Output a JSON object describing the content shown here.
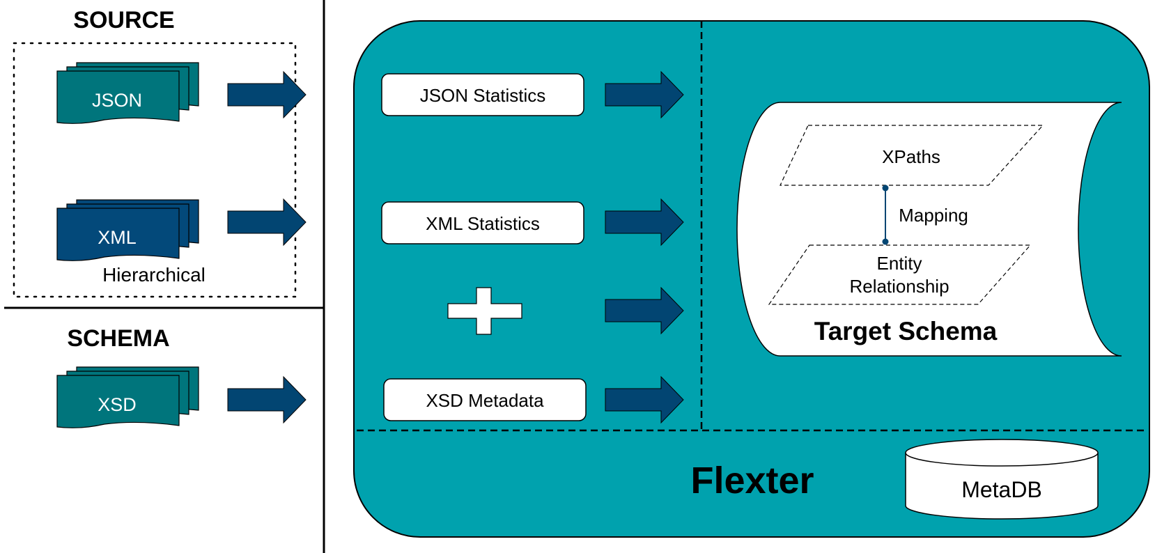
{
  "source": {
    "heading": "SOURCE",
    "group_label": "Hierarchical",
    "files": [
      "JSON",
      "XML"
    ]
  },
  "schema": {
    "heading": "SCHEMA",
    "files": [
      "XSD"
    ]
  },
  "processing": {
    "steps": [
      "JSON Statistics",
      "XML Statistics",
      "XSD Metadata"
    ]
  },
  "target": {
    "title": "Target Schema",
    "top_layer": "XPaths",
    "link_label": "Mapping",
    "bottom_layer_line1": "Entity",
    "bottom_layer_line2": "Relationship"
  },
  "product": {
    "name": "Flexter",
    "db": "MetaDB"
  },
  "colors": {
    "teal": "#00A2AE",
    "dark_blue": "#024572",
    "file_teal": "#00757C",
    "file_blue": "#03497A",
    "white": "#ffffff",
    "black": "#000000"
  }
}
